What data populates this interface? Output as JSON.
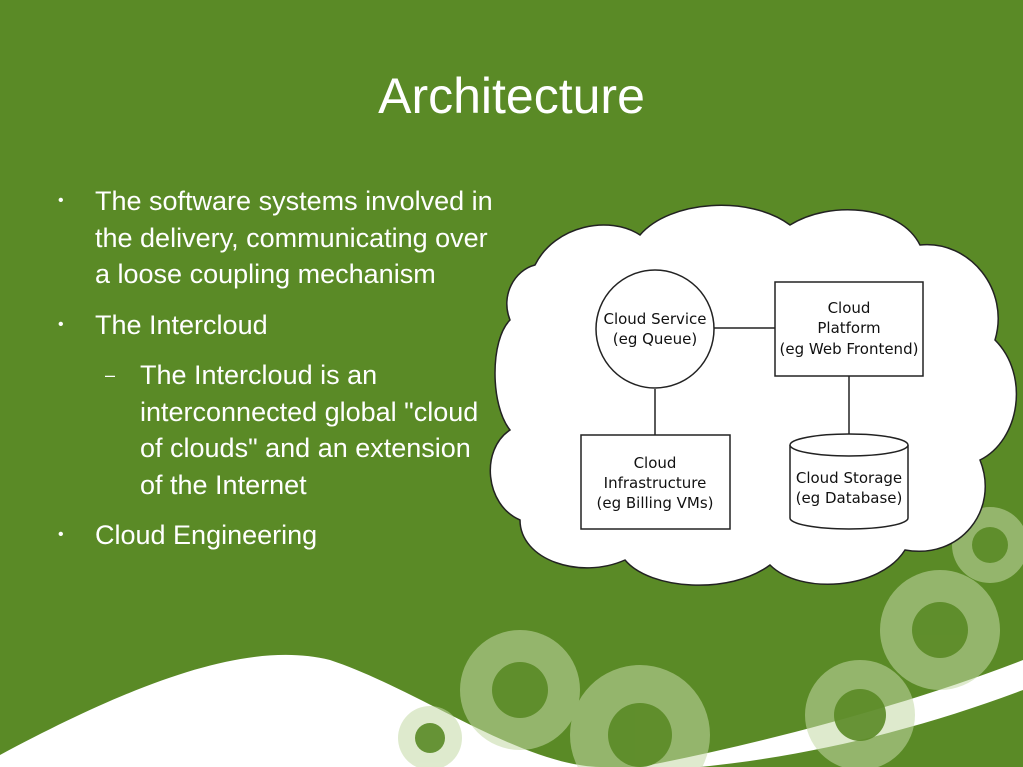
{
  "slide": {
    "title": "Architecture",
    "bullets": [
      {
        "level": 1,
        "text": "The software systems involved in the delivery, communicating over a loose coupling mechanism"
      },
      {
        "level": 1,
        "text": "The Intercloud"
      },
      {
        "level": 2,
        "text": "The Intercloud is an interconnected global \"cloud of clouds\" and an extension of the Internet"
      },
      {
        "level": 1,
        "text": "Cloud Engineering"
      }
    ],
    "bullet_marks": {
      "level1": "•",
      "level2": "–"
    }
  },
  "diagram": {
    "cloud_service": {
      "line1": "Cloud Service",
      "line2": "(eg Queue)"
    },
    "cloud_platform": {
      "line1": "Cloud",
      "line2": "Platform",
      "line3": "(eg Web Frontend)"
    },
    "cloud_infrastructure": {
      "line1": "Cloud",
      "line2": "Infrastructure",
      "line3": "(eg Billing VMs)"
    },
    "cloud_storage": {
      "line1": "Cloud Storage",
      "line2": "(eg Database)"
    }
  },
  "colors": {
    "background": "#5a8a26",
    "text": "#ffffff",
    "cloud_fill": "#ffffff",
    "stroke": "#222222"
  }
}
